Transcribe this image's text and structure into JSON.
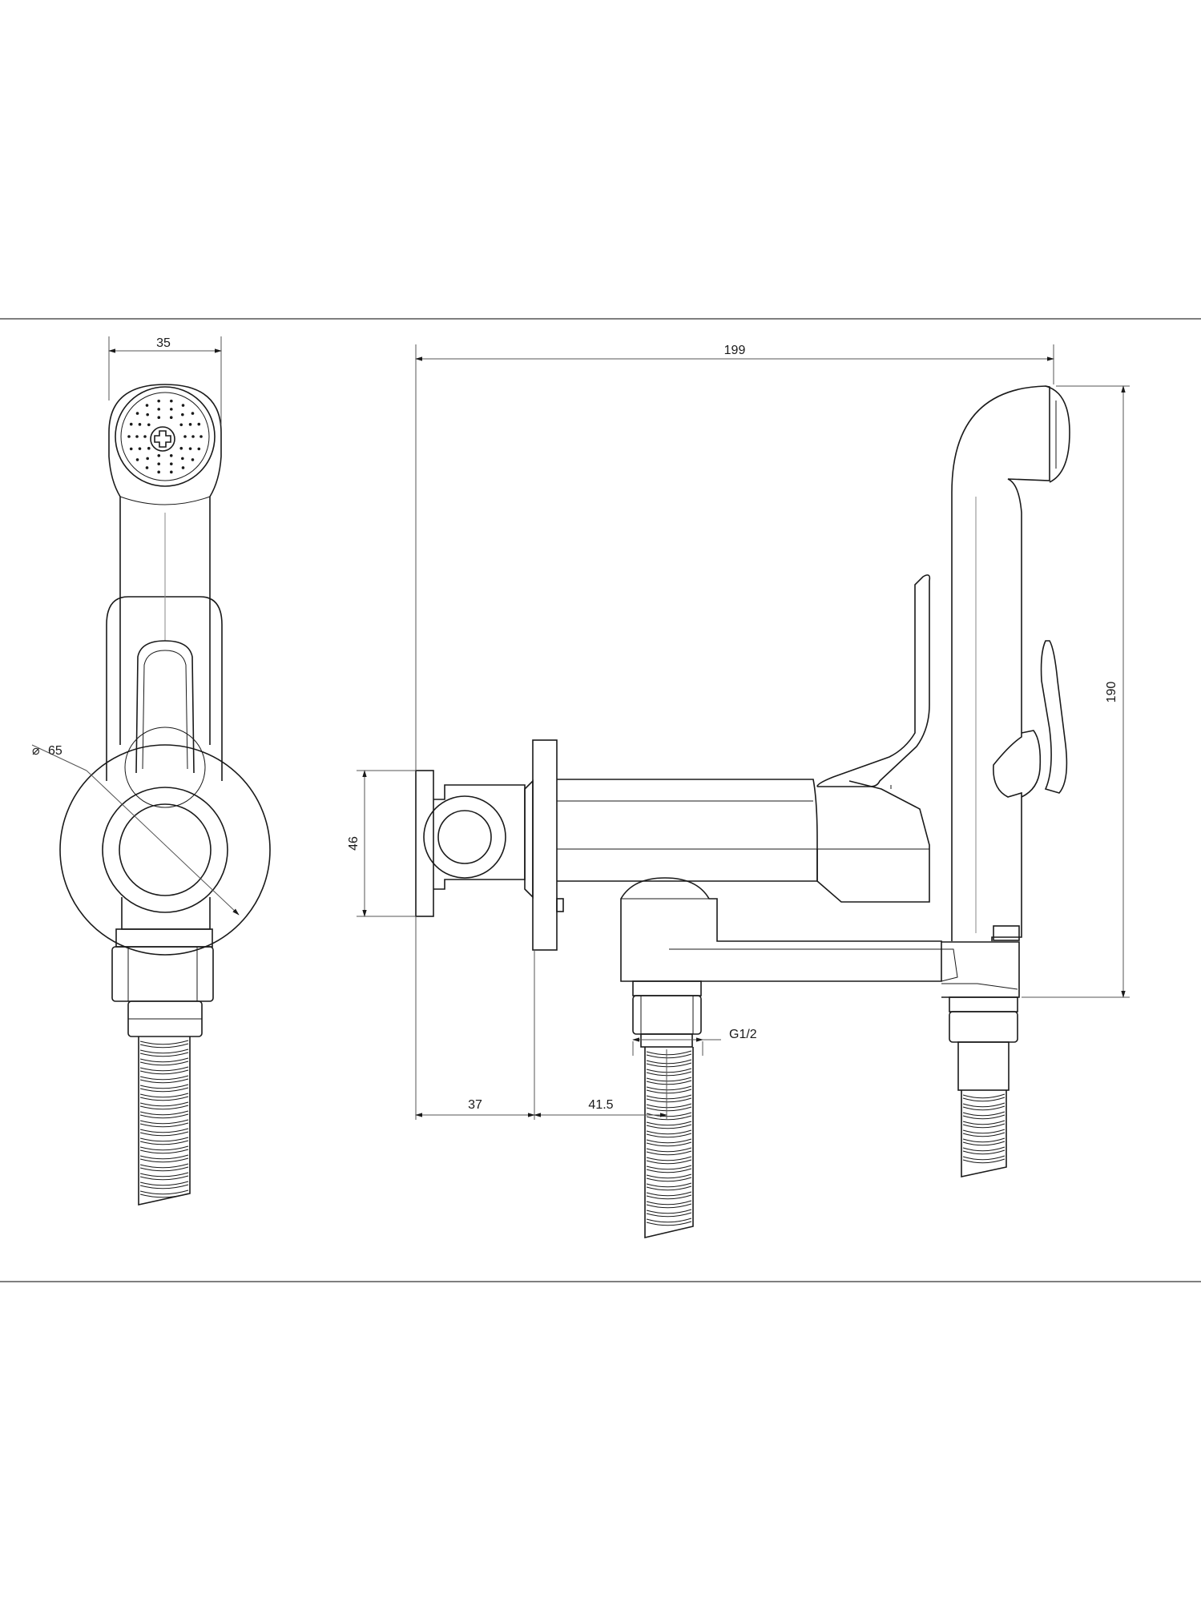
{
  "dimensions": {
    "front_width": "35",
    "diameter_symbol": "⌀",
    "flange_diameter": "65",
    "overall_length": "199",
    "overall_height": "190",
    "inlet_height": "46",
    "wall_to_flange": "37",
    "flange_to_inlet": "41.5",
    "thread": "G1/2"
  },
  "icons": {
    "spray_head": "spray-head-icon",
    "hose": "braided-hose-icon"
  },
  "colors": {
    "line": "#1a1a1a",
    "background": "#ffffff"
  }
}
